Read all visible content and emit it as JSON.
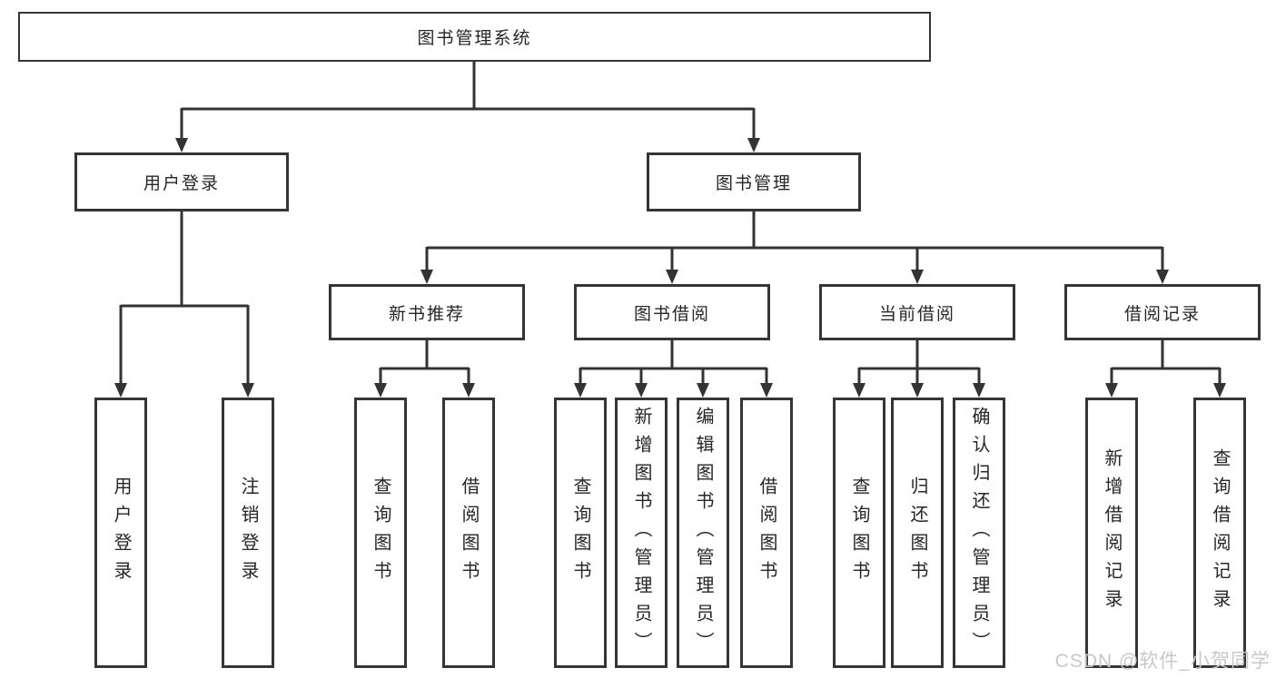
{
  "page": {
    "background": "#ffffff",
    "line_color": "#333333",
    "box_border_color": "#353535",
    "text_color": "#262626"
  },
  "watermark": {
    "text": "CSDN @软件_小贺同学",
    "color": "#c8c8c8"
  },
  "tree": {
    "root": {
      "label": "图书管理系统"
    },
    "children": [
      {
        "label": "用户登录",
        "children": [
          {
            "label": "用户登录"
          },
          {
            "label": "注销登录"
          }
        ]
      },
      {
        "label": "图书管理",
        "children": [
          {
            "label": "新书推荐",
            "children": [
              {
                "label": "查询图书"
              },
              {
                "label": "借阅图书"
              }
            ]
          },
          {
            "label": "图书借阅",
            "children": [
              {
                "label": "查询图书"
              },
              {
                "label": "新增图书（管理员）"
              },
              {
                "label": "编辑图书（管理员）"
              },
              {
                "label": "借阅图书"
              }
            ]
          },
          {
            "label": "当前借阅",
            "children": [
              {
                "label": "查询图书"
              },
              {
                "label": "归还图书"
              },
              {
                "label": "确认归还（管理员）"
              }
            ]
          },
          {
            "label": "借阅记录",
            "children": [
              {
                "label": "新增借阅记录"
              },
              {
                "label": "查询借阅记录"
              }
            ]
          }
        ]
      }
    ]
  }
}
